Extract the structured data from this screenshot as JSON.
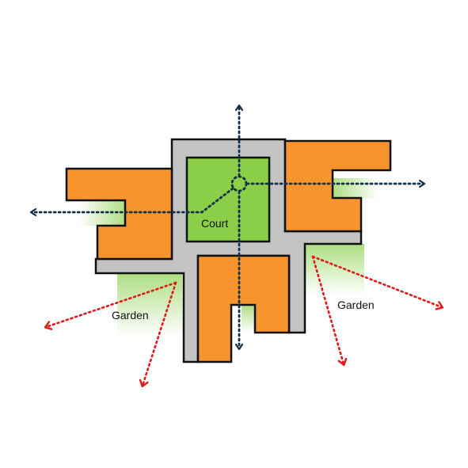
{
  "labels": {
    "court": "Court",
    "garden_left": "Garden",
    "garden_right": "Garden"
  },
  "colors": {
    "building": "#f7952c",
    "court": "#8bcf48",
    "circulation": "#c3c3c3",
    "outline": "#111111",
    "axis_arrow": "#15304a",
    "garden_arrow": "#e01a1a",
    "garden_glow": "#9ed86b"
  }
}
